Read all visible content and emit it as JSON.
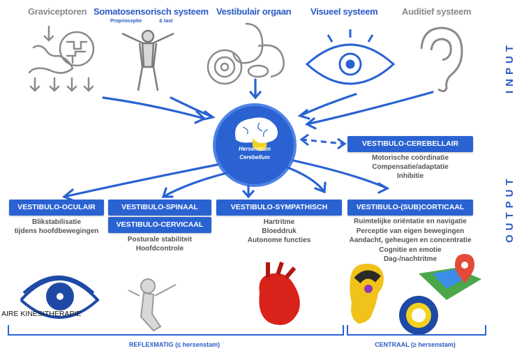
{
  "input": {
    "side_label": "INPUT",
    "items": [
      {
        "title": "Graviceptoren",
        "icon": "gravity-receptor-icon"
      },
      {
        "title": "Somatosensorisch systeem",
        "icon": "body-figure-icon",
        "sub_left": "Proprioceptie",
        "sub_right": "& tast"
      },
      {
        "title": "Vestibulair orgaan",
        "icon": "inner-ear-icon"
      },
      {
        "title": "Visueel systeem",
        "icon": "eye-icon"
      },
      {
        "title": "Auditief systeem",
        "icon": "ear-icon"
      }
    ]
  },
  "center": {
    "line1": "Hersenstam",
    "line2": "Cerebellum",
    "icon": "brain-icon"
  },
  "output": {
    "side_label": "OUTPUT",
    "cerebellair": {
      "label": "VESTIBULO-CEREBELLAIR",
      "lines": [
        "Motorische coördinatie",
        "Compensatie/adaptatie",
        "Inhibitie"
      ]
    },
    "oculair": {
      "label": "VESTIBULO-OCULAIR",
      "lines": [
        "Blikstabilisatie",
        "tijdens hoofdbewegingen"
      ]
    },
    "spinaal": {
      "label": "VESTIBULO-SPINAAL"
    },
    "cervicaal": {
      "label": "VESTIBULO-CERVICAAL",
      "lines": [
        "Posturale stabiliteit",
        "Hoofdcontrole"
      ]
    },
    "sympathisch": {
      "label": "VESTIBULO-SYMPATHISCH",
      "lines": [
        "Hartritme",
        "Bloeddruk",
        "Autonome functies"
      ]
    },
    "corticaal": {
      "label": "VESTIBULO-(SUB)CORTICAAL",
      "lines": [
        "Ruimtelijke oriëntatie en navigatie",
        "Perceptie van eigen bewegingen",
        "Aandacht, geheugen en concentratie",
        "Cognitie en emotie",
        "Dag-/nachtritme"
      ]
    }
  },
  "bottom": {
    "logo_text": "AIRE KINESITHERAPIE",
    "reflex_label": "REFLEXMATIG (≤ hersenstam)",
    "central_label": "CENTRAAL (≥ hersenstam)"
  },
  "colors": {
    "accent": "#2a63d1",
    "gray": "#8a8a8a",
    "text": "#555555"
  }
}
